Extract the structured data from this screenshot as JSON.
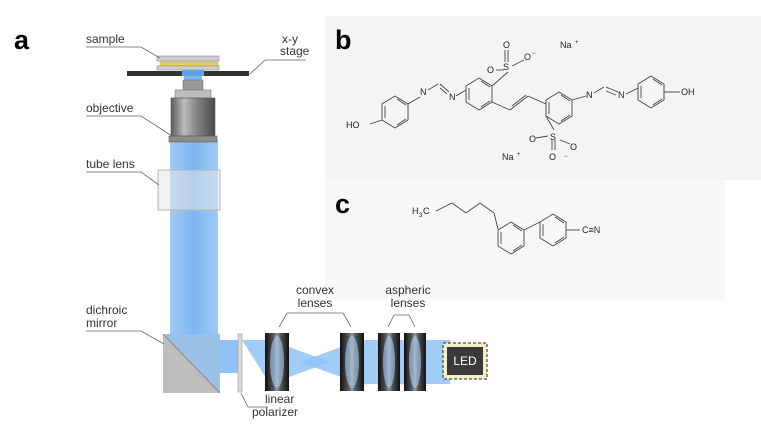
{
  "panels": {
    "a": "a",
    "b": "b",
    "c": "c"
  },
  "labels": {
    "sample": "sample",
    "stage_line1": "x-y",
    "stage_line2": "stage",
    "objective": "objective",
    "tube_lens": "tube lens",
    "dichroic_line1": "dichroic",
    "dichroic_line2": "mirror",
    "convex_line1": "convex",
    "convex_line2": "lenses",
    "aspheric_line1": "aspheric",
    "aspheric_line2": "lenses",
    "polarizer_line1": "linear",
    "polarizer_line2": "polarizer",
    "led": "LED"
  },
  "molecule_b": {
    "so3_top": "S",
    "o_top_left": "O",
    "o_top_up": "O",
    "o_top_minus": "O",
    "minus": "−",
    "na_top": "Na",
    "plus": "+",
    "so3_bottom": "S",
    "o_bot_left": "O",
    "o_bot_down": "O",
    "o_bot_minus": "O",
    "na_bottom": "Na",
    "ho_left": "HO",
    "oh_right": "OH",
    "n": "N"
  },
  "molecule_c": {
    "h3c": "H",
    "h3c_sub": "3",
    "h3c_c": "C",
    "cn": "C≡N"
  },
  "colors": {
    "beam": "#8fc3f5",
    "beam_dark": "#5fa3e8",
    "lens_body": "#1a1a1a",
    "led_body": "#3a3a3a",
    "led_border": "#e8d89a"
  }
}
